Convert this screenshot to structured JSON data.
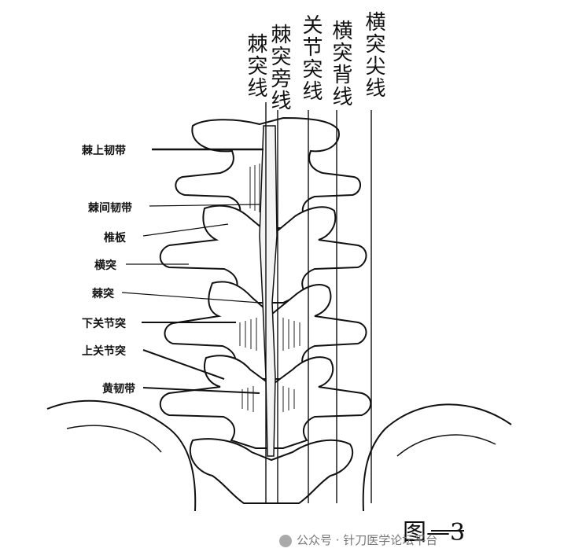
{
  "vertical_labels": [
    {
      "id": "spinous_line",
      "text": "棘突线"
    },
    {
      "id": "paraspinous_line",
      "text": "棘突旁线"
    },
    {
      "id": "facet_line",
      "text": "关节突线"
    },
    {
      "id": "transverse_back_line",
      "text": "横突背线"
    },
    {
      "id": "transverse_tip_line",
      "text": "横突尖线"
    }
  ],
  "anatomy_labels": [
    {
      "id": "supraspinous_ligament",
      "text": "棘上韧带"
    },
    {
      "id": "interspinous_ligament",
      "text": "棘间韧带"
    },
    {
      "id": "lamina",
      "text": "椎板"
    },
    {
      "id": "transverse_process",
      "text": "横突"
    },
    {
      "id": "spinous_process",
      "text": "棘突"
    },
    {
      "id": "inferior_articular_process",
      "text": "下关节突"
    },
    {
      "id": "superior_articular_process",
      "text": "上关节突"
    },
    {
      "id": "ligamentum_flavum",
      "text": "黄韧带"
    }
  ],
  "figure_label": "图—3",
  "watermark": "公众号 · 针刀医学论坛平台"
}
